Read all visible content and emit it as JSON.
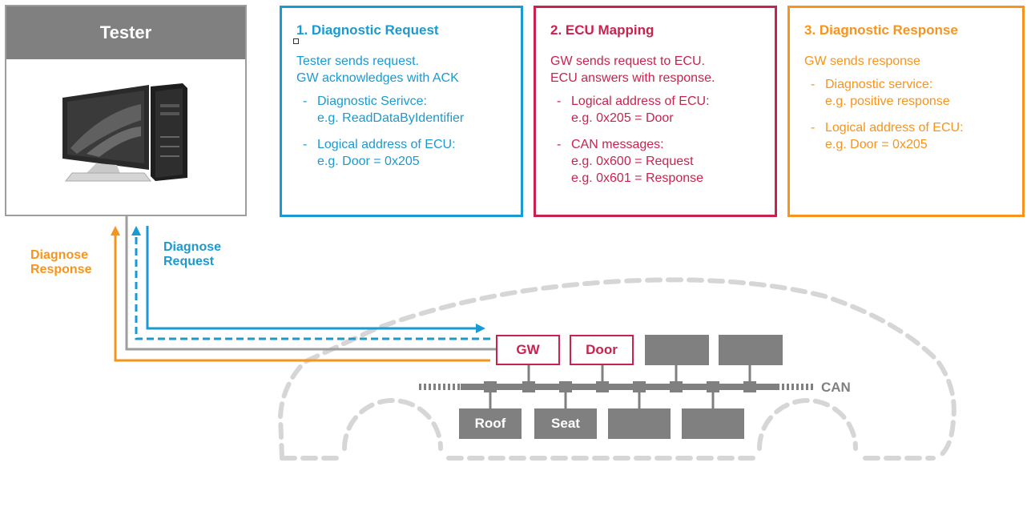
{
  "tester": {
    "title": "Tester"
  },
  "cards": [
    {
      "title": "1. Diagnostic Request",
      "intro": [
        "Tester sends request.",
        "GW acknowledges with ACK"
      ],
      "items": [
        [
          "Diagnostic Serivce:",
          "e.g. ReadDataByIdentifier"
        ],
        [
          "Logical address of ECU:",
          "e.g. Door = 0x205"
        ]
      ]
    },
    {
      "title": "2. ECU Mapping",
      "intro": [
        "GW sends request to ECU.",
        "ECU answers with response."
      ],
      "items": [
        [
          "Logical address of ECU:",
          "e.g. 0x205 = Door"
        ],
        [
          "CAN messages:",
          "e.g. 0x600 = Request",
          "e.g. 0x601 = Response"
        ]
      ]
    },
    {
      "title": "3. Diagnostic Response",
      "intro": [
        "GW sends response"
      ],
      "items": [
        [
          "Diagnostic service:",
          "e.g. positive response"
        ],
        [
          "Logical address of ECU:",
          "e.g. Door = 0x205"
        ]
      ]
    }
  ],
  "arrows": {
    "response_label": [
      "Diagnose",
      "Response"
    ],
    "request_label": [
      "Diagnose",
      "Request"
    ]
  },
  "ecus": {
    "top": [
      "GW",
      "Door",
      "",
      ""
    ],
    "bottom": [
      "Roof",
      "Seat",
      "",
      ""
    ]
  },
  "bus": {
    "label": "CAN"
  },
  "colors": {
    "request": "#1a9ad0",
    "mapping": "#c8234f",
    "response": "#f7941d",
    "gray": "#808080"
  }
}
